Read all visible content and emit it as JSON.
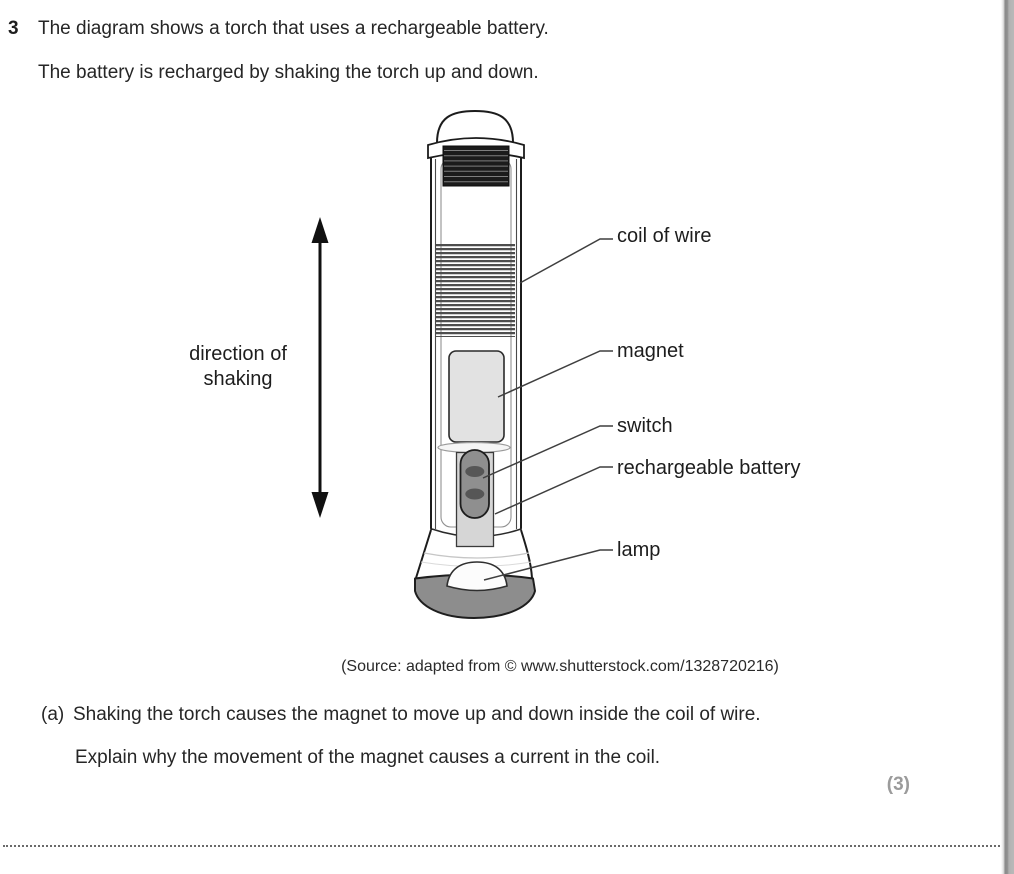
{
  "question": {
    "number": "3",
    "intro_line1": "The diagram shows a torch that uses a rechargeable battery.",
    "intro_line2": "The battery is recharged by shaking the torch up and down.",
    "source_credit": "(Source: adapted from © www.shutterstock.com/1328720216)",
    "part_a": {
      "label": "(a)",
      "stem_line1": "Shaking the torch causes the magnet to move up and down inside the coil of wire.",
      "stem_line2": "Explain why the movement of the magnet causes a current in the coil.",
      "marks": "(3)"
    }
  },
  "diagram": {
    "direction_label": {
      "line1": "direction of",
      "line2": "shaking"
    },
    "part_labels": {
      "coil": "coil of wire",
      "magnet": "magnet",
      "switch": "switch",
      "battery": "rechargeable battery",
      "lamp": "lamp"
    },
    "colors": {
      "outline": "#1c1c1c",
      "lamp_base_gray": "#8d8d8d",
      "battery_gray": "#8f8f8f",
      "switch_dark_gray": "#565656",
      "magnet_light_gray": "#e2e2e2",
      "compartment_gray": "#d6d6d6",
      "coil_line_gray": "#4e4e4e",
      "marks_gray": "#9b9b9b"
    }
  }
}
